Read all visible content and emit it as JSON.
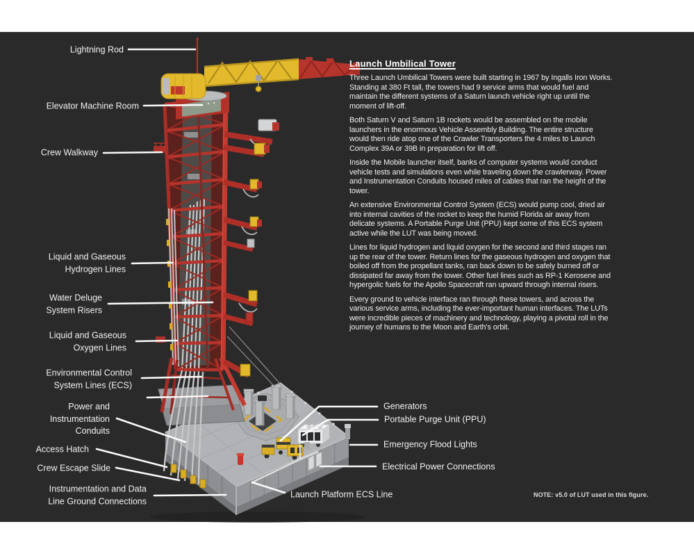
{
  "panel": {
    "background": "#2a2a2b",
    "page_background": "#ffffff"
  },
  "colors": {
    "tower_red": "#b5342c",
    "tower_red_dark": "#8c231d",
    "crane_yellow": "#e3ba2c",
    "pipe_gray": "#c7c8c9",
    "platform_top": "#b1b3b6",
    "platform_wall": "#95979b",
    "platform_skirt": "#74767a",
    "leader_white": "#fbfbfb",
    "label_text": "#f2f2f2"
  },
  "labels": {
    "left": [
      {
        "id": "lightning-rod",
        "text": "Lightning Rod"
      },
      {
        "id": "elevator-machine-room",
        "text": "Elevator Machine Room"
      },
      {
        "id": "crew-walkway",
        "text": "Crew Walkway"
      },
      {
        "id": "hydrogen-lines",
        "text": "Liquid and Gaseous\nHydrogen Lines"
      },
      {
        "id": "water-deluge",
        "text": "Water Deluge\nSystem Risers"
      },
      {
        "id": "oxygen-lines",
        "text": "Liquid and Gaseous\nOxygen Lines"
      },
      {
        "id": "ecs-lines",
        "text": "Environmental Control\nSystem Lines (ECS)"
      },
      {
        "id": "power-conduits",
        "text": "Power and\nInstrumentation\nConduits"
      },
      {
        "id": "access-hatch",
        "text": "Access Hatch"
      },
      {
        "id": "crew-escape-slide",
        "text": "Crew Escape Slide"
      },
      {
        "id": "ground-connections",
        "text": "Instrumentation and Data\nLine Ground Connections"
      }
    ],
    "right": [
      {
        "id": "generators",
        "text": "Generators"
      },
      {
        "id": "ppu",
        "text": "Portable Purge Unit (PPU)"
      },
      {
        "id": "flood-lights",
        "text": "Emergency Flood Lights"
      },
      {
        "id": "electrical-power",
        "text": "Electrical Power Connections"
      },
      {
        "id": "platform-ecs-line",
        "text": "Launch Platform ECS Line"
      }
    ],
    "note": "NOTE: v5.0 of LUT used in this figure."
  },
  "article": {
    "title": "Launch Umbilical Tower",
    "paragraphs": [
      "Three Launch Umbilical Towers were built starting in 1967 by Ingalls Iron Works.\nStanding at 380 Ft tall, the towers had 9 service arms that would fuel and\nmaintain the different systems of a Saturn launch vehicle right up until the\nmoment of lift-off.",
      "Both Saturn V and Saturn 1B rockets would be assembled on the mobile\nlaunchers in the enormous Vehicle Assembly Building. The entire structure\nwould then ride atop one of the Crawler Transporters the 4 miles to Launch\nComplex 39A or 39B in preparation for lift off.",
      "Inside the Mobile launcher itself, banks of computer systems would conduct\nvehicle tests and simulations even while traveling down the crawlerway. Power\nand Instrumentation Conduits housed miles of cables that ran the height of the\ntower.",
      "An extensive Environmental Control System (ECS) would pump cool, dried air\ninto internal cavities of the rocket to keep the humid Florida air away from\ndelicate systems. A Portable Purge Unit (PPU) kept some of this ECS system\nactive while the LUT was being moved.",
      "Lines for liquid hydrogen and liquid oxygen for the second and third stages ran\nup the rear of the tower. Return lines for the gaseous hydrogen and oxygen that\nboiled off from the propellant tanks, ran back down to be safely burned off or\ndissipated far away from the tower. Other fuel lines such as RP-1 Kerosene and\nhypergolic fuels for the Apollo Spacecraft ran upward through internal risers.",
      "Every ground to vehicle interface ran through these towers, and across the\nvarious service arms, including the ever-important human interfaces. The LUTs\nwere incredible pieces of machinery and technology, playing a pivotal roll in the\njourney of humans to the Moon and Earth's orbit."
    ]
  }
}
